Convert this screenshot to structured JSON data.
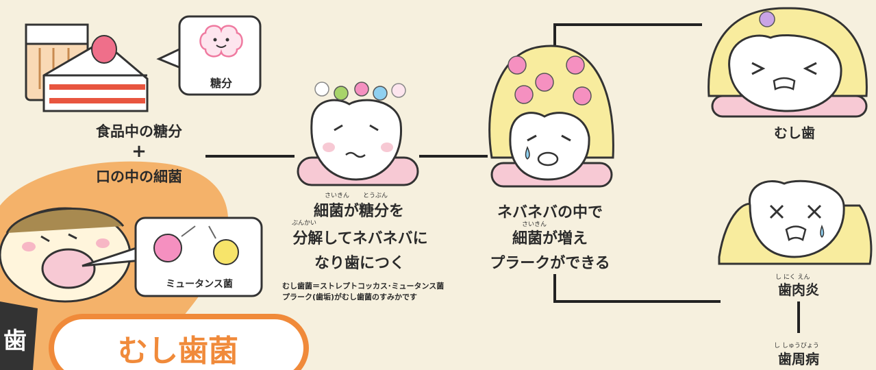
{
  "food": {
    "bubble_label": "糖分",
    "line1": "食品中の糖分",
    "plus": "+",
    "line2": "口の中の細菌"
  },
  "mouth": {
    "bubble_label": "ミュータンス菌"
  },
  "stage1": {
    "line1": "細菌が糖分を",
    "line2": "分解してネバネバに",
    "line3": "なり歯につく",
    "ruby_saikin": "さいきん",
    "ruby_toubun": "とうぶん",
    "ruby_bunkai": "ぶんかい"
  },
  "note": {
    "line1": "むし歯菌＝ストレプトコッカス･ミュータンス菌",
    "line2": "プラーク(歯垢)がむし歯菌のすみかです"
  },
  "stage2": {
    "line1": "ネバネバの中で",
    "line2": "細菌が増え",
    "line3": "プラークができる",
    "ruby_saikin": "さいきん"
  },
  "outcome_top": {
    "label": "むし歯"
  },
  "outcome_bottom": {
    "label1": "歯肉炎",
    "ruby1": "し にく えん",
    "label2": "歯周病",
    "ruby2": "し しゅうびょう"
  },
  "badge": {
    "title": "むし歯菌",
    "corner_char": "歯"
  },
  "colors": {
    "background": "#f6f0de",
    "orange_blob": "#f4b26a",
    "badge_orange": "#f08a3a",
    "plaque_yellow": "#f8ec9e",
    "gum_pink": "#f7c9d4",
    "cake_red": "#e8553f"
  }
}
